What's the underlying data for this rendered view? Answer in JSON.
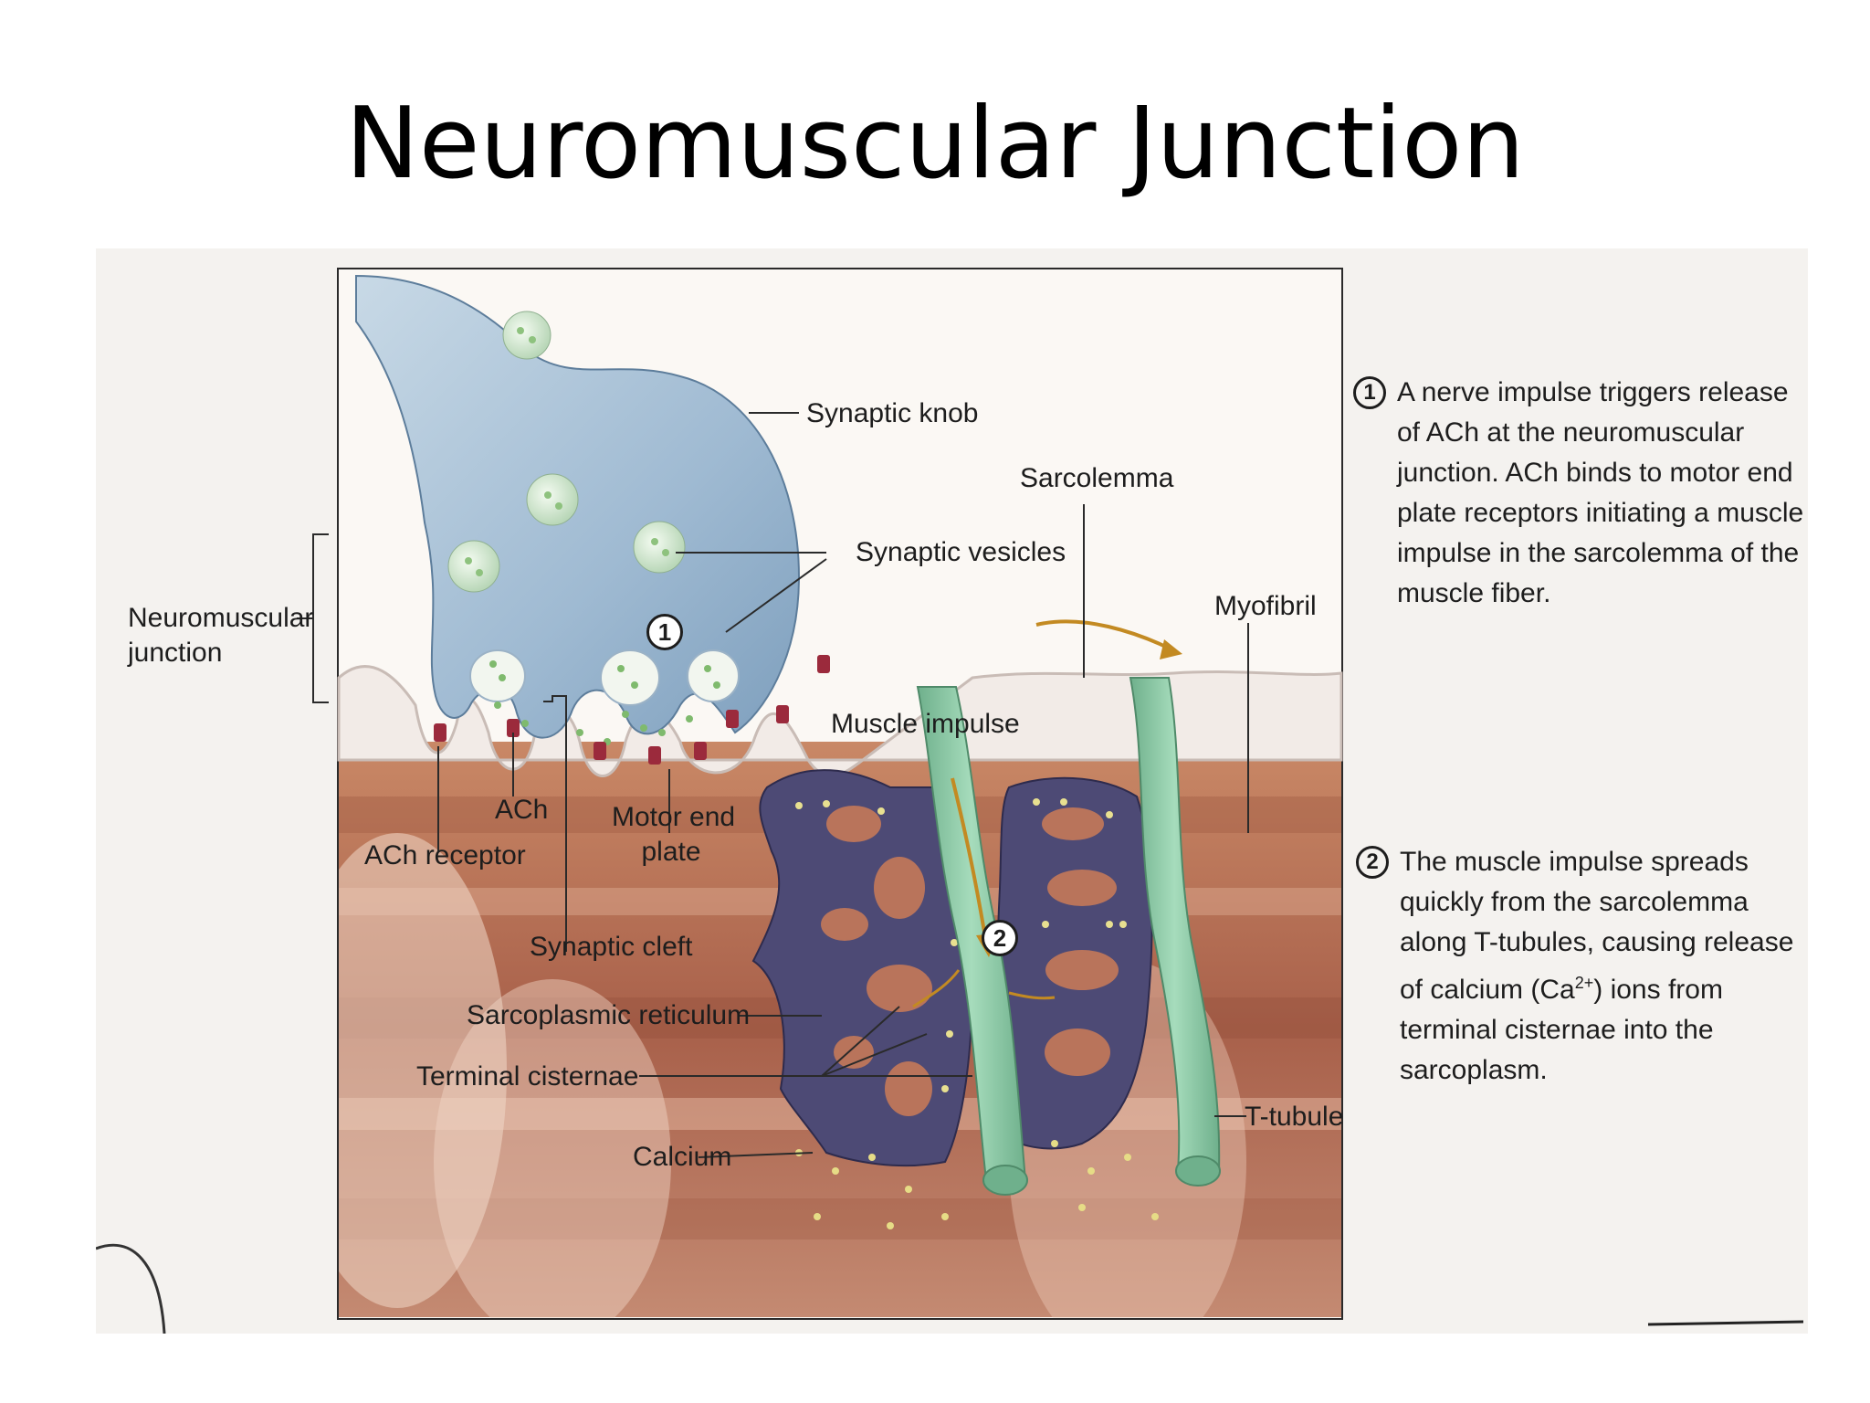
{
  "title": "Neuromuscular Junction",
  "labels": {
    "synaptic_knob": "Synaptic knob",
    "sarcolemma": "Sarcolemma",
    "synaptic_vesicles": "Synaptic vesicles",
    "myofibril": "Myofibril",
    "nmj_line1": "Neuromuscular",
    "nmj_line2": "junction",
    "muscle_impulse": "Muscle impulse",
    "ach": "ACh",
    "ach_receptor": "ACh receptor",
    "motor_end_line1": "Motor end",
    "motor_end_line2": "plate",
    "synaptic_cleft": "Synaptic cleft",
    "sarcoplasmic_reticulum": "Sarcoplasmic reticulum",
    "terminal_cisternae": "Terminal cisternae",
    "calcium": "Calcium",
    "t_tubule": "T-tubule"
  },
  "markers": {
    "one": "1",
    "two": "2"
  },
  "steps": [
    {
      "number": "1",
      "lines": [
        "A nerve impulse triggers release",
        "of ACh at the neuromuscular",
        "junction.  ACh binds to motor end",
        "plate receptors initiating a muscle",
        "impulse in the sarcolemma of the",
        "muscle fiber."
      ]
    },
    {
      "number": "2",
      "lines": [
        "The muscle impulse spreads",
        "quickly from the sarcolemma",
        "along T-tubules, causing release"
      ],
      "ca_prefix": "of calcium (Ca",
      "ca_sup": "2+",
      "ca_suffix": ") ions from",
      "tail_lines": [
        "terminal cisternae into the",
        "sarcoplasm."
      ]
    }
  ],
  "colors": {
    "knob": "#a9c3d8",
    "muscle": "#b8735a",
    "sr": "#4d4a75",
    "ttubule": "#8fc8a6",
    "receptor": "#9b2a3c",
    "vesicle": "#d7ead3"
  }
}
